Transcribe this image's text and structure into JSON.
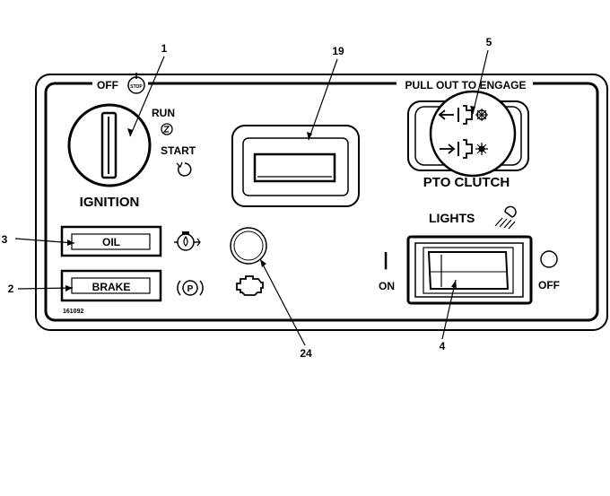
{
  "panel": {
    "ignition": {
      "off_label": "OFF",
      "stop_text": "STOP",
      "run_label": "RUN",
      "start_label": "START",
      "title": "IGNITION"
    },
    "pto": {
      "pull_label": "PULL OUT TO ENGAGE",
      "title": "PTO CLUTCH"
    },
    "lights": {
      "title": "LIGHTS",
      "on_label": "ON",
      "on_mark": "|",
      "off_label": "OFF"
    },
    "indicators": {
      "oil_label": "OIL",
      "brake_label": "BRAKE",
      "parking_symbol": "P"
    },
    "part_number": "161092"
  },
  "callouts": {
    "c1": "1",
    "c2": "2",
    "c3": "3",
    "c4": "4",
    "c5": "5",
    "c19": "19",
    "c24": "24"
  }
}
